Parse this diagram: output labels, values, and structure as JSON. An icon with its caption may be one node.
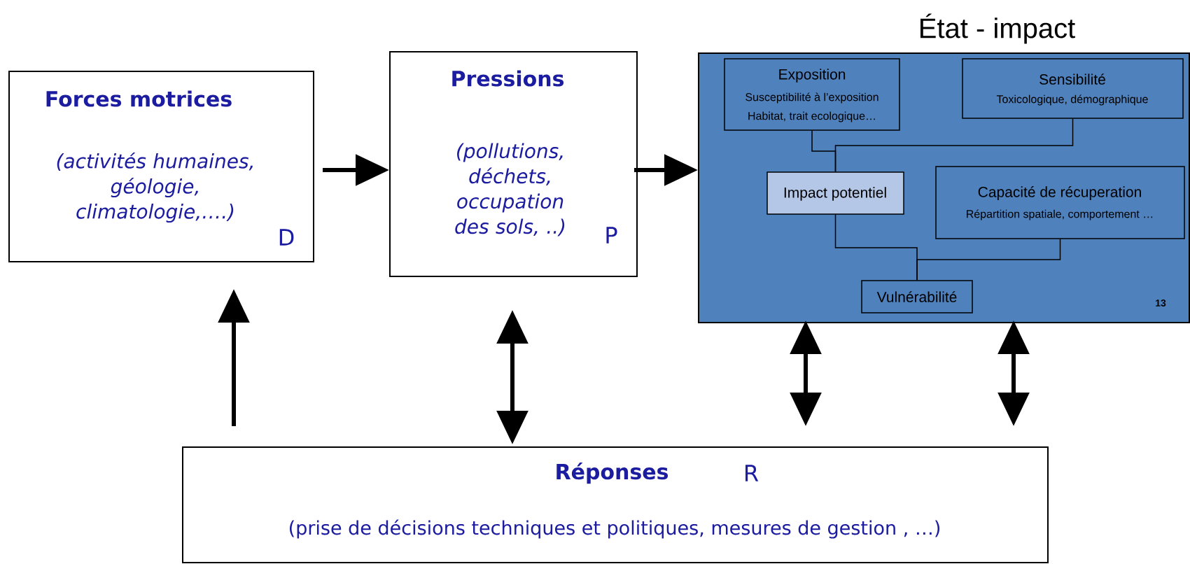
{
  "diagram": {
    "nodes": [
      {
        "text": [
          "Forces motrices",
          "(activités humaines, géologie, climatologie,….)",
          "D"
        ]
      },
      {
        "text": [
          "Pressions",
          "(pollutions, déchets, occupation des sols, ..)",
          "P"
        ]
      },
      {
        "text": [
          "État - impact"
        ]
      },
      {
        "text": [
          "Exposition",
          "Susceptibilité à l’exposition",
          "Habitat, trait ecologique…"
        ],
        "in": 2
      },
      {
        "text": [
          "Sensibilité",
          "Toxicologique, démographique"
        ],
        "in": 2
      },
      {
        "text": [
          "Impact potentiel"
        ],
        "in": 2
      },
      {
        "text": [
          "Capacité de récuperation",
          "Répartition spatiale, comportement …"
        ],
        "in": 2
      },
      {
        "text": [
          "Vulnérabilité"
        ],
        "in": 2
      },
      {
        "text": [
          "Réponses",
          "R",
          "(prise de décisions techniques et politiques, mesures de gestion , …)"
        ]
      }
    ],
    "edges": [
      {
        "from": 0,
        "to": 1,
        "arrow": "to"
      },
      {
        "from": 1,
        "to": 2,
        "arrow": "to"
      },
      {
        "from": 8,
        "to": 0,
        "arrow": "to"
      },
      {
        "from": 1,
        "to": 8,
        "arrow": "both"
      },
      {
        "from": 2,
        "to": 8,
        "arrow": "both"
      },
      {
        "from": 2,
        "to": 8,
        "arrow": "both"
      },
      {
        "from": 3,
        "to": 5,
        "arrow": "none"
      },
      {
        "from": 4,
        "to": 5,
        "arrow": "none"
      },
      {
        "from": 5,
        "to": 7,
        "arrow": "none"
      },
      {
        "from": 6,
        "to": 7,
        "arrow": "none"
      }
    ],
    "labels": [
      "13"
    ]
  }
}
